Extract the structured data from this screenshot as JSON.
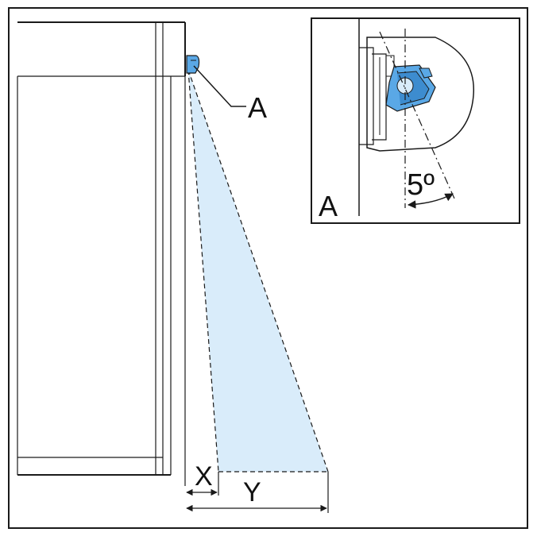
{
  "labels": {
    "callout_main": "A",
    "inset_corner": "A",
    "angle": "5º",
    "dim_x": "X",
    "dim_y": "Y"
  },
  "colors": {
    "line": "#1a1a1a",
    "beam_fill": "#d9ecfa",
    "sensor_blue": "#5aa8e6",
    "sensor_blue_dark": "#3d8ccf",
    "background": "#ffffff"
  }
}
